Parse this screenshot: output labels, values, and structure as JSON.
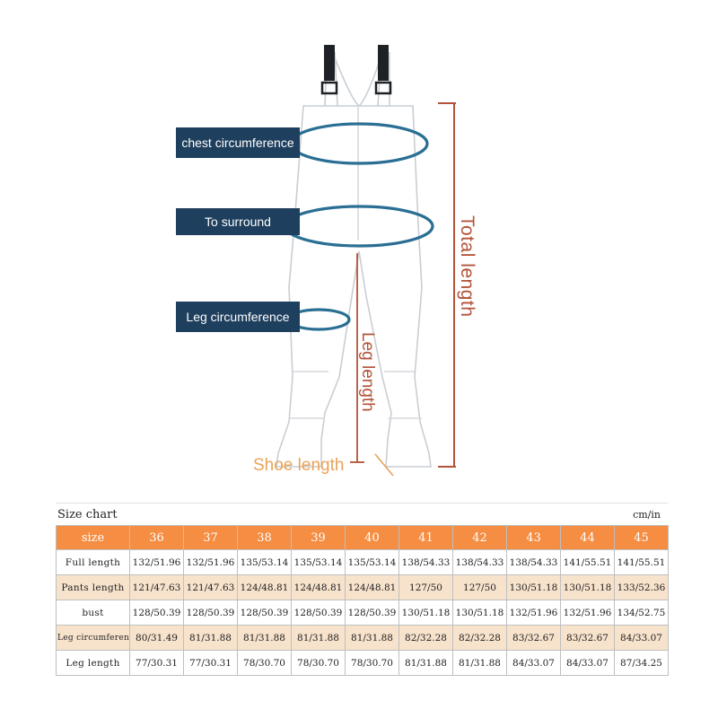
{
  "illustration": {
    "callouts": {
      "chest": "chest circumference",
      "waist": "To surround",
      "leg": "Leg circumference"
    },
    "dimension_labels": {
      "total": "Total length",
      "leg": "Leg length",
      "shoe": "Shoe length"
    }
  },
  "size_chart": {
    "title": "Size chart",
    "unit": "cm/in",
    "header_label": "size",
    "sizes": [
      "36",
      "37",
      "38",
      "39",
      "40",
      "41",
      "42",
      "43",
      "44",
      "45"
    ],
    "rows": [
      {
        "label": "Full length",
        "values": [
          "132/51.96",
          "132/51.96",
          "135/53.14",
          "135/53.14",
          "135/53.14",
          "138/54.33",
          "138/54.33",
          "138/54.33",
          "141/55.51",
          "141/55.51"
        ]
      },
      {
        "label": "Pants length",
        "values": [
          "121/47.63",
          "121/47.63",
          "124/48.81",
          "124/48.81",
          "124/48.81",
          "127/50",
          "127/50",
          "130/51.18",
          "130/51.18",
          "133/52.36"
        ]
      },
      {
        "label": "bust",
        "values": [
          "128/50.39",
          "128/50.39",
          "128/50.39",
          "128/50.39",
          "128/50.39",
          "130/51.18",
          "130/51.18",
          "132/51.96",
          "132/51.96",
          "134/52.75"
        ]
      },
      {
        "label": "Leg circumference",
        "values": [
          "80/31.49",
          "81/31.88",
          "81/31.88",
          "81/31.88",
          "81/31.88",
          "82/32.28",
          "82/32.28",
          "83/32.67",
          "83/32.67",
          "84/33.07"
        ]
      },
      {
        "label": "Leg length",
        "values": [
          "77/30.31",
          "77/30.31",
          "78/30.70",
          "78/30.70",
          "78/30.70",
          "81/31.88",
          "81/31.88",
          "84/33.07",
          "84/33.07",
          "87/34.25"
        ]
      }
    ]
  },
  "colors": {
    "header_orange": "#f58d42",
    "alt_row": "#f7e2cc",
    "callout_navy": "#1e3f5e",
    "ring_blue": "#2a6f93",
    "dimension_red": "#b35238",
    "shoe_orange": "#e8a357"
  }
}
